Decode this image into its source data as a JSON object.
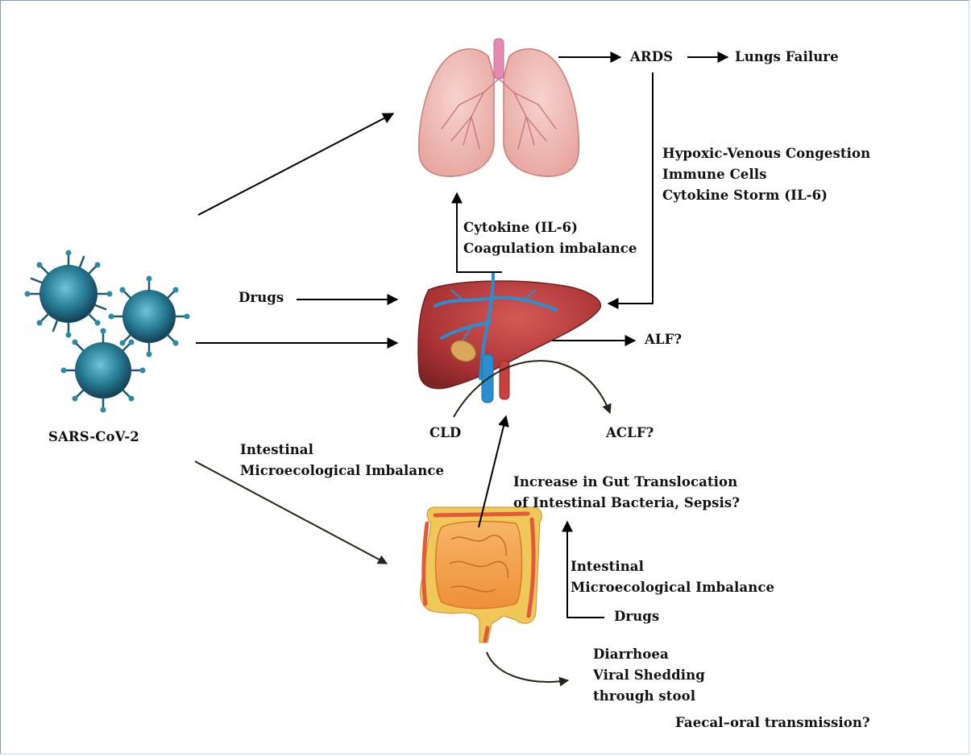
{
  "labels": {
    "sars": "SARS-CoV-2",
    "ards": "ARDS",
    "lungs_failure": "Lungs Failure",
    "hypoxic": [
      "Hypoxic-Venous Congestion",
      "Immune Cells",
      "Cytokine Storm (IL-6)"
    ],
    "cytokine": [
      "Cytokine (IL-6)",
      "Coagulation imbalance"
    ],
    "drugs_top": "Drugs",
    "alf": "ALF?",
    "cld": "CLD",
    "aclf": "ACLF?",
    "intestinal_left": [
      "Intestinal",
      "Microecological Imbalance"
    ],
    "gut_translocation": [
      "Increase in Gut Translocation",
      "of Intestinal Bacteria, Sepsis?"
    ],
    "intestinal_right": [
      "Intestinal",
      "Microecological Imbalance"
    ],
    "drugs_bottom": "Drugs",
    "diarrhoea": [
      "Diarrhoea",
      "Viral Shedding",
      "through stool"
    ],
    "faecal": "Faecal–oral transmission?"
  },
  "colors": {
    "virus": "#1f6f86",
    "lung": "#e9a9a4",
    "liver": "#b8393a",
    "vessel": "#2a8fd0",
    "intestine": "#f2a14b",
    "arrow": "#000000",
    "border": "#7f9db9"
  },
  "icons": [
    "virus-icon",
    "lungs-icon",
    "liver-icon",
    "intestine-icon"
  ]
}
